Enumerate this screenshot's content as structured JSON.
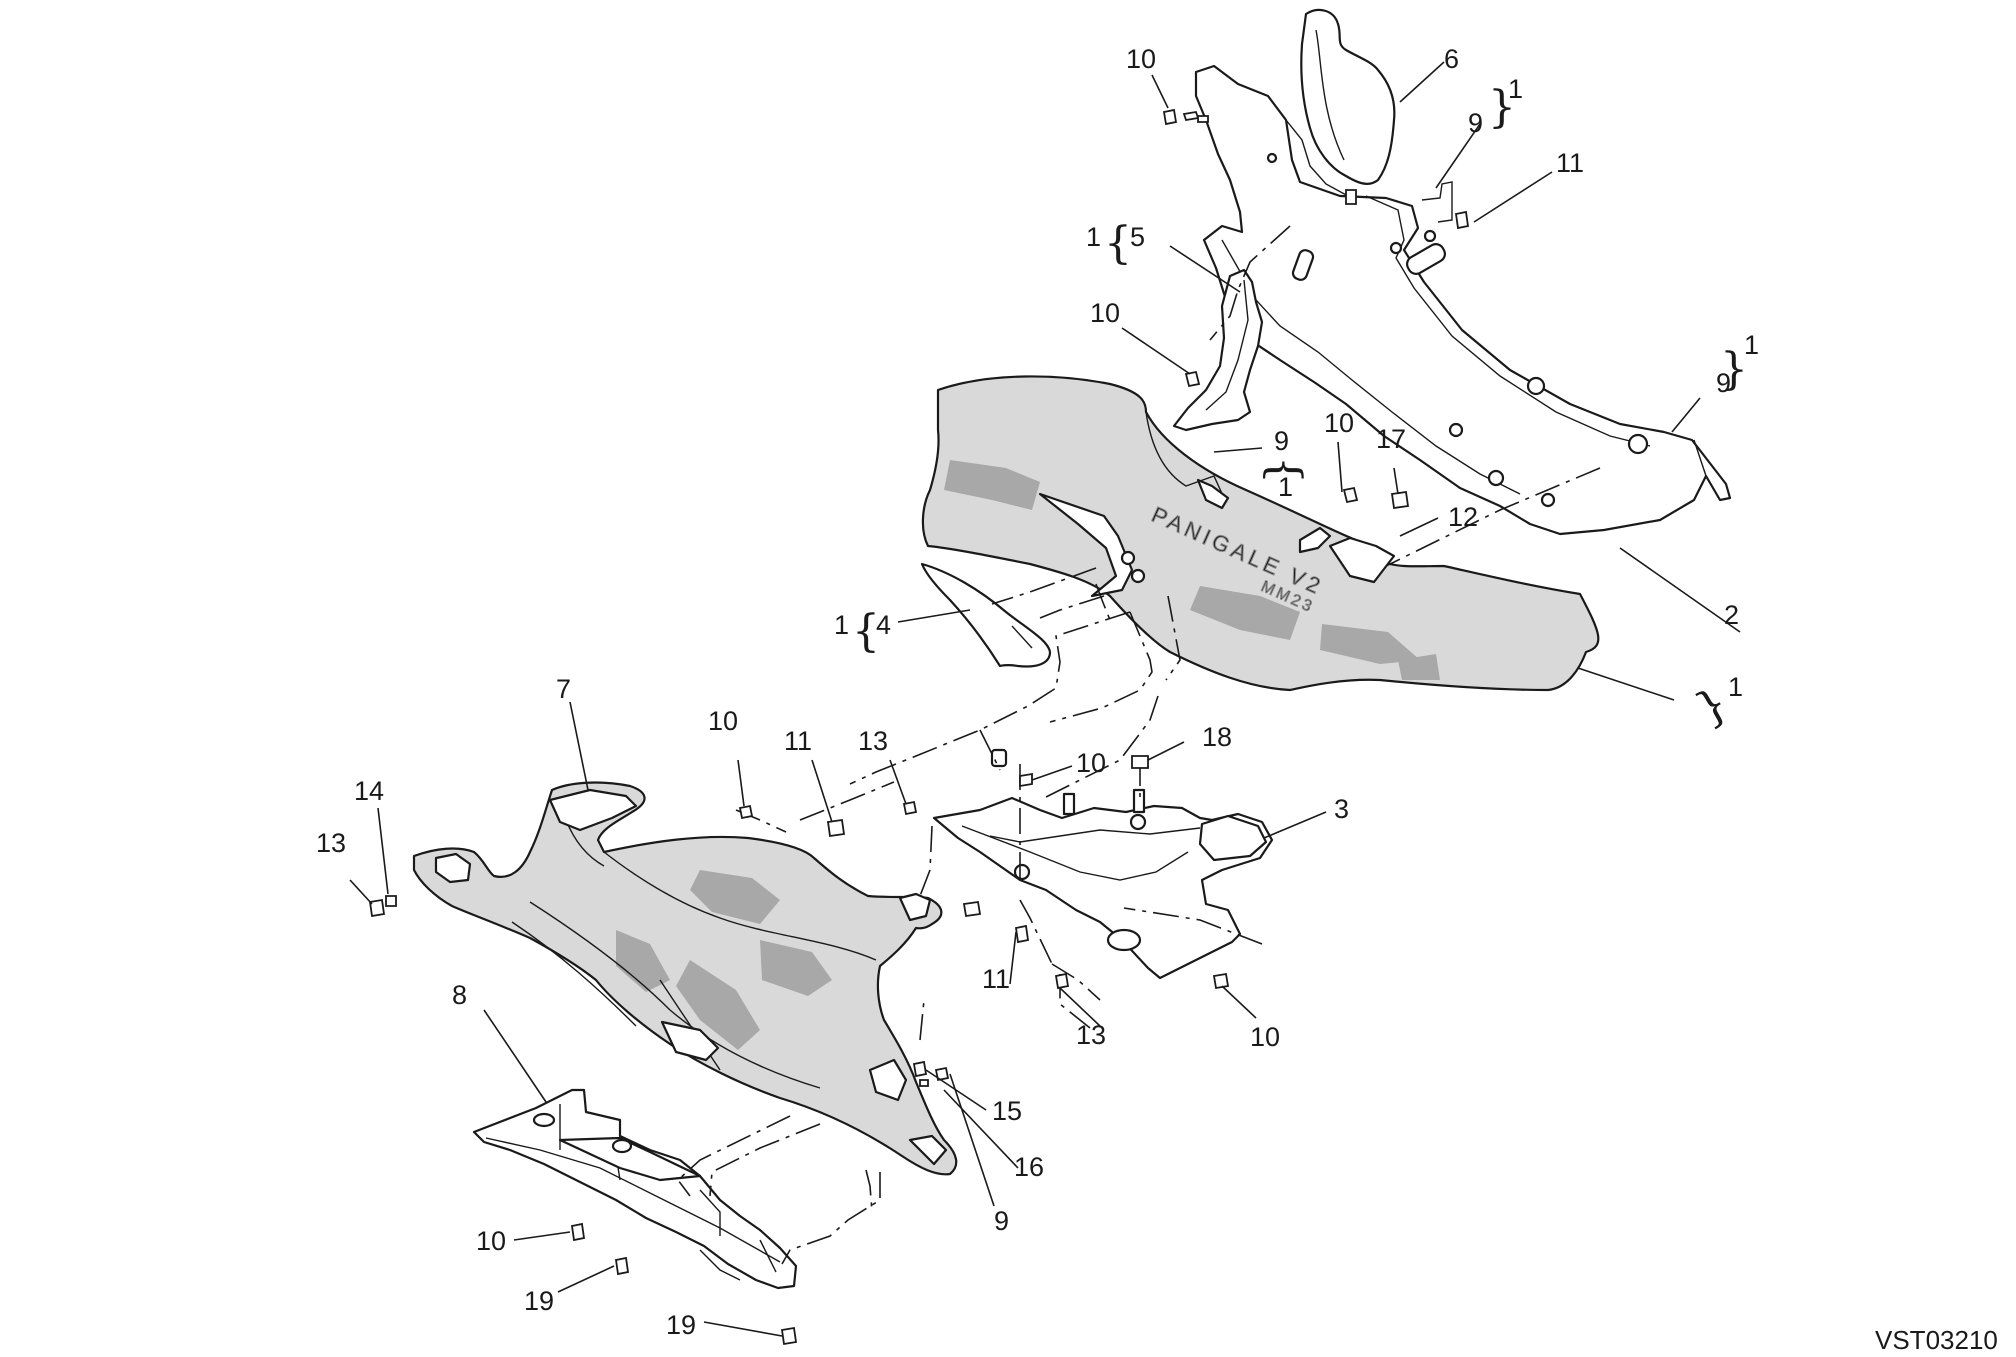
{
  "diagram": {
    "drawing_code": "VST03210",
    "callouts": [
      {
        "id": "c-10a",
        "label": "10"
      },
      {
        "id": "c-6",
        "label": "6"
      },
      {
        "id": "c-1a",
        "label": "1"
      },
      {
        "id": "c-9a",
        "label": "9"
      },
      {
        "id": "c-11a",
        "label": "11"
      },
      {
        "id": "c-1b",
        "label": "1"
      },
      {
        "id": "c-5",
        "label": "5"
      },
      {
        "id": "c-10b",
        "label": "10"
      },
      {
        "id": "c-1c",
        "label": "1"
      },
      {
        "id": "c-9b",
        "label": "9"
      },
      {
        "id": "c-9c",
        "label": "9"
      },
      {
        "id": "c-1d",
        "label": "1"
      },
      {
        "id": "c-10c",
        "label": "10"
      },
      {
        "id": "c-17",
        "label": "17"
      },
      {
        "id": "c-12",
        "label": "12"
      },
      {
        "id": "c-1e",
        "label": "1"
      },
      {
        "id": "c-4",
        "label": "4"
      },
      {
        "id": "c-2",
        "label": "2"
      },
      {
        "id": "c-1f",
        "label": "1"
      },
      {
        "id": "c-7",
        "label": "7"
      },
      {
        "id": "c-10d",
        "label": "10"
      },
      {
        "id": "c-11b",
        "label": "11"
      },
      {
        "id": "c-13a",
        "label": "13"
      },
      {
        "id": "c-10e",
        "label": "10"
      },
      {
        "id": "c-18",
        "label": "18"
      },
      {
        "id": "c-14",
        "label": "14"
      },
      {
        "id": "c-13b",
        "label": "13"
      },
      {
        "id": "c-3",
        "label": "3"
      },
      {
        "id": "c-11c",
        "label": "11"
      },
      {
        "id": "c-13c",
        "label": "13"
      },
      {
        "id": "c-10f",
        "label": "10"
      },
      {
        "id": "c-15",
        "label": "15"
      },
      {
        "id": "c-16",
        "label": "16"
      },
      {
        "id": "c-8",
        "label": "8"
      },
      {
        "id": "c-9d",
        "label": "9"
      },
      {
        "id": "c-10g",
        "label": "10"
      },
      {
        "id": "c-19a",
        "label": "19"
      },
      {
        "id": "c-19b",
        "label": "19"
      }
    ],
    "fairing_lettering": [
      "PANIGALE V2",
      "MM23"
    ]
  }
}
